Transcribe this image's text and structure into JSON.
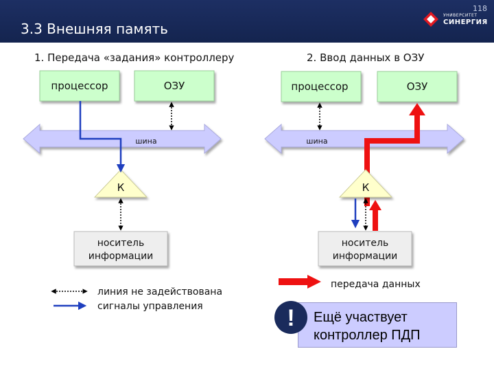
{
  "header": {
    "title": "3.3 Внешняя память",
    "page_number": "118",
    "logo_small": "УНИВЕРСИТЕТ",
    "logo_big": "СИНЕРГИЯ"
  },
  "left_panel": {
    "heading": "1. Передача «задания» контроллеру",
    "processor": "процессор",
    "ram": "ОЗУ",
    "bus": "шина",
    "controller": "К",
    "storage_line1": "носитель",
    "storage_line2": "информации"
  },
  "right_panel": {
    "heading": "2. Ввод данных в ОЗУ",
    "processor": "процессор",
    "ram": "ОЗУ",
    "bus": "шина",
    "controller": "К",
    "storage_line1": "носитель",
    "storage_line2": "информации"
  },
  "legend": {
    "unused_line": "линия не задействована",
    "control_signals": "сигналы управления",
    "data_transfer": "передача данных"
  },
  "note": {
    "symbol": "!",
    "text": "Ещё участвует\nконтроллер ПДП"
  },
  "colors": {
    "header": "#1a2b5c",
    "box_green": "#ccffcc",
    "bus_fill": "#ccccff",
    "controller_fill": "#ffffcc",
    "storage_fill": "#eeeeee",
    "control_signal": "#1f3fbf",
    "data_transfer": "#ee1111"
  }
}
